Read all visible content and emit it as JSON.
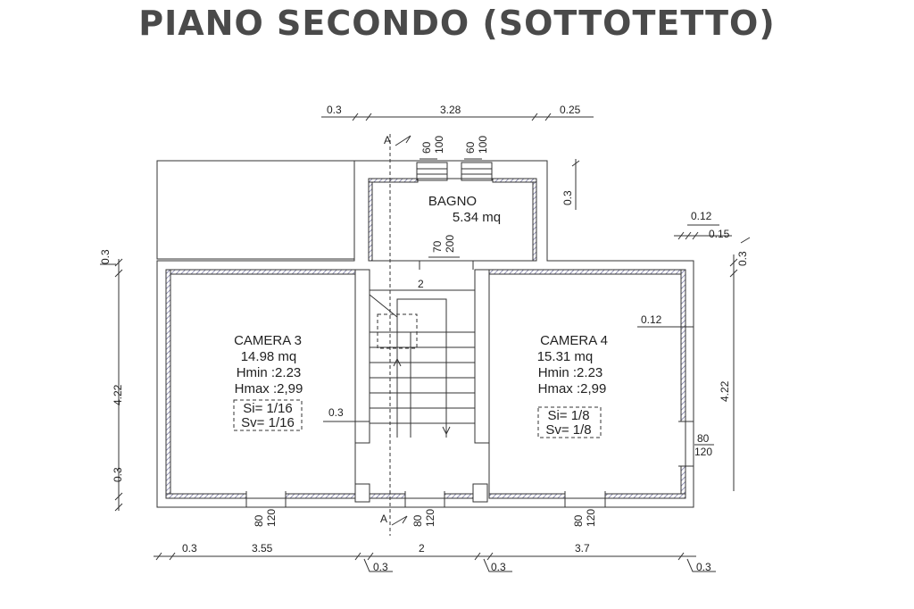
{
  "title": "PIANO SECONDO (SOTTOTETTO)",
  "rooms": {
    "bagno": {
      "name": "BAGNO",
      "area": "5.34 mq"
    },
    "camera3": {
      "name": "CAMERA 3",
      "area": "14.98 mq",
      "hmin": "Hmin :2.23",
      "hmax": "Hmax :2,99",
      "si": "Si= 1/16",
      "sv": "Sv= 1/16"
    },
    "camera4": {
      "name": "CAMERA 4",
      "area": "15.31  mq",
      "hmin": "Hmin :2.23",
      "hmax": "Hmax :2,99",
      "si": "Si= 1/8",
      "sv": "Sv= 1/8"
    }
  },
  "dimensions": {
    "top": [
      "0.3",
      "3.28",
      "0.25"
    ],
    "bottom": [
      "0.3",
      "3.55",
      "2",
      "3.7"
    ],
    "bottom_offsets": [
      "0.3",
      "0.3",
      "0.3"
    ],
    "left": [
      "0.3",
      "4.22",
      "0.3"
    ],
    "right": [
      "0.3",
      "4.22"
    ],
    "right_top": [
      "0.12",
      "0.15"
    ],
    "bagno_right": "0.3",
    "camera4_wall": "0.12",
    "stair_wall": "0.3",
    "stair_width": "2",
    "window_top_left": [
      "60",
      "100"
    ],
    "window_top_right": [
      "60",
      "100"
    ],
    "door_bagno": [
      "70",
      "200"
    ],
    "window_bottom_left": [
      "80",
      "120"
    ],
    "window_bottom_mid": [
      "80",
      "120"
    ],
    "window_bottom_right": [
      "80",
      "120"
    ],
    "window_right": [
      "80",
      "120"
    ]
  },
  "section_marks": [
    "A",
    "A"
  ]
}
